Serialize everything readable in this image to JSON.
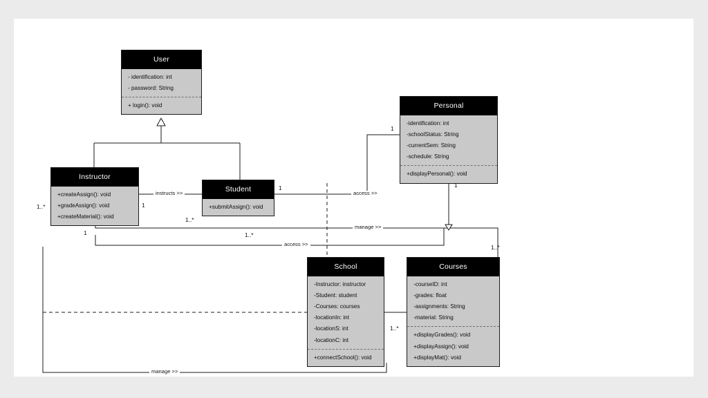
{
  "canvas": {
    "background_color": "#ebebeb",
    "page_color": "#ffffff"
  },
  "diagram": {
    "type": "uml-class-diagram",
    "header_color": "#000000",
    "body_color": "#c9c9c9",
    "line_color": "#1a1a1a"
  },
  "classes": [
    {
      "id": "user",
      "name": "User",
      "attributes": [
        "- identification: int",
        "- password: String"
      ],
      "methods": [
        "+ login(): void"
      ]
    },
    {
      "id": "personal",
      "name": "Personal",
      "attributes": [
        "-identification: int",
        "-schoolStatus: String",
        "-currentSem: String",
        "-schedule: String"
      ],
      "methods": [
        "+displayPersonal(): void"
      ]
    },
    {
      "id": "instructor",
      "name": "Instructor",
      "attributes": [],
      "methods": [
        "+createAssign(): void",
        "+gradeAssign(): void",
        "+createMaterial(): void"
      ]
    },
    {
      "id": "student",
      "name": "Student",
      "attributes": [],
      "methods": [
        "+submitAssign(): void"
      ]
    },
    {
      "id": "school",
      "name": "School",
      "attributes": [
        "-Instructor: instructor",
        "-Student: student",
        "-Courses: courses",
        "-locationIn: int",
        "-locationS: int",
        "-locationC: int"
      ],
      "methods": [
        "+connectSchool(): void"
      ]
    },
    {
      "id": "courses",
      "name": "Courses",
      "attributes": [
        "-courseID: int",
        "-grades: float",
        "-assignments: String",
        "-material: String"
      ],
      "methods": [
        "+displayGrades(): void",
        "+displayAssign(): void",
        "+displayMat(): void"
      ]
    }
  ],
  "relationship_labels": {
    "instructs": "instructs >>",
    "access_personal": "access >>",
    "manage_courses": "manage >>",
    "access_school": "access >>",
    "manage_school": "manage >>"
  },
  "multiplicities": {
    "instructor_left": "1..*",
    "instructor_right": "1",
    "instructor_bottom": "1",
    "student_left": "1..*",
    "student_right": "1",
    "student_bottom": "1..*",
    "personal_top": "1",
    "personal_bottom": "1",
    "courses_top_right": "1..*",
    "courses_left": "1..*"
  }
}
